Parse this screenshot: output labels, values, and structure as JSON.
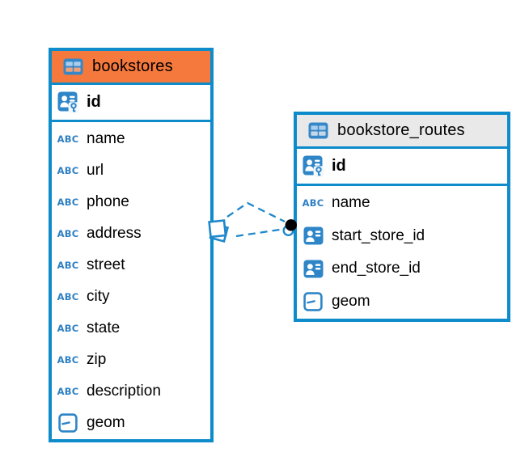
{
  "diagram": {
    "type": "entity-relationship-diagram",
    "tables": [
      {
        "name": "bookstores",
        "header_color": "#F5793D",
        "primary_key": {
          "name": "id",
          "icon": "person-key-icon"
        },
        "fields": [
          {
            "name": "name",
            "icon": "text-type-icon"
          },
          {
            "name": "url",
            "icon": "text-type-icon"
          },
          {
            "name": "phone",
            "icon": "text-type-icon"
          },
          {
            "name": "address",
            "icon": "text-type-icon"
          },
          {
            "name": "street",
            "icon": "text-type-icon"
          },
          {
            "name": "city",
            "icon": "text-type-icon"
          },
          {
            "name": "state",
            "icon": "text-type-icon"
          },
          {
            "name": "zip",
            "icon": "text-type-icon"
          },
          {
            "name": "description",
            "icon": "text-type-icon"
          },
          {
            "name": "geom",
            "icon": "geometry-type-icon"
          }
        ]
      },
      {
        "name": "bookstore_routes",
        "header_color": "#E9E9E9",
        "primary_key": {
          "name": "id",
          "icon": "person-key-icon"
        },
        "fields": [
          {
            "name": "name",
            "icon": "text-type-icon"
          },
          {
            "name": "start_store_id",
            "icon": "person-card-icon"
          },
          {
            "name": "end_store_id",
            "icon": "person-card-icon"
          },
          {
            "name": "geom",
            "icon": "geometry-type-icon"
          }
        ]
      }
    ],
    "connections": {
      "from_table": "bookstores",
      "to_table": "bookstore_routes",
      "line_count": 2,
      "line_style": "dashed"
    },
    "icons": {
      "text_type_label": "ABC"
    },
    "colors": {
      "table_border": "#0D8BCB",
      "bookstores_header": "#F5793D",
      "routes_header": "#E9E9E9",
      "connector_line": "#1E88CB",
      "icon_blue": "#2E86C8",
      "text": "#000000"
    }
  }
}
